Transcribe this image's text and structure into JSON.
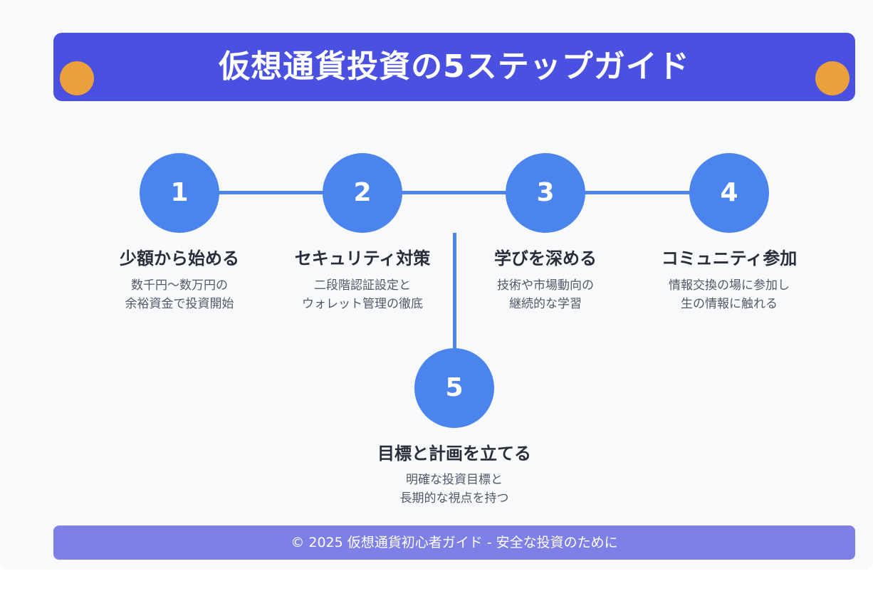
{
  "header": {
    "title": "仮想通貨投資の5ステップガイド"
  },
  "colors": {
    "header_bg": "#4a51e0",
    "accent_dot": "#ec9f3d",
    "step_circle": "#4c84ee",
    "footer_bg": "#7f80e6",
    "background": "#f7f9fb"
  },
  "steps": [
    {
      "number": "1",
      "title": "少額から始める",
      "desc": [
        "数千円〜数万円の",
        "余裕資金で投資開始"
      ]
    },
    {
      "number": "2",
      "title": "セキュリティ対策",
      "desc": [
        "二段階認証設定と",
        "ウォレット管理の徹底"
      ]
    },
    {
      "number": "3",
      "title": "学びを深める",
      "desc": [
        "技術や市場動向の",
        "継続的な学習"
      ]
    },
    {
      "number": "4",
      "title": "コミュニティ参加",
      "desc": [
        "情報交換の場に参加し",
        "生の情報に触れる"
      ]
    },
    {
      "number": "5",
      "title": "目標と計画を立てる",
      "desc": [
        "明確な投資目標と",
        "長期的な視点を持つ"
      ]
    }
  ],
  "footer": {
    "text": "© 2025 仮想通貨初心者ガイド - 安全な投資のために"
  }
}
